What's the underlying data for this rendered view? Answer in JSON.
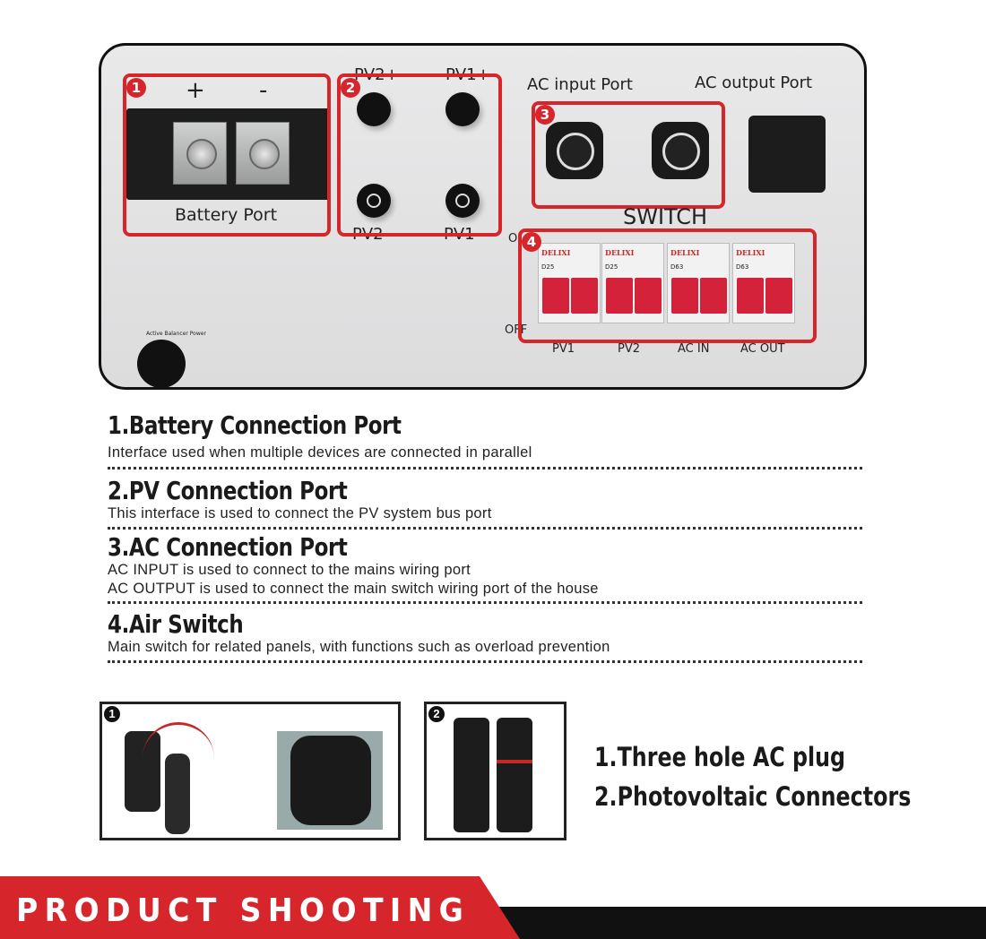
{
  "panel": {
    "battery": {
      "badge": "1",
      "plus": "+",
      "minus": "-",
      "label": "Battery Port"
    },
    "pv": {
      "badge": "2",
      "top_left": "PV2+",
      "top_right": "PV1+",
      "bottom_left": "PV2-",
      "bottom_right": "PV1-"
    },
    "ac": {
      "badge": "3",
      "input_label": "AC input Port",
      "output_label": "AC output Port"
    },
    "switch": {
      "badge": "4",
      "title": "SWITCH",
      "on": "ON",
      "off": "OFF",
      "brand": "DELIXI",
      "breakers": [
        {
          "label": "PV1",
          "rating": "D25"
        },
        {
          "label": "PV2",
          "rating": "D25"
        },
        {
          "label": "AC IN",
          "rating": "D63"
        },
        {
          "label": "AC OUT",
          "rating": "D63"
        }
      ]
    },
    "balancer_label": "Active Balancer Power"
  },
  "sections": [
    {
      "title": "1.Battery  Connection Port",
      "lines": [
        "Interface used when multiple devices are connected in parallel"
      ]
    },
    {
      "title": "2.PV Connection Port",
      "lines": [
        "This interface is used to connect the PV system bus port"
      ]
    },
    {
      "title": "3.AC  Connection Port",
      "lines": [
        "AC INPUT is used to connect to the mains wiring port",
        "AC OUTPUT is used to connect the main switch wiring port of the house"
      ]
    },
    {
      "title": "4.Air Switch",
      "lines": [
        "Main switch for related panels, with functions such as overload prevention"
      ]
    }
  ],
  "accessories": {
    "photo1_badge": "1",
    "photo2_badge": "2",
    "captions": [
      "1.Three hole AC plug",
      "2.Photovoltaic Connectors"
    ]
  },
  "banner": {
    "text": "PRODUCT SHOOTING",
    "colors": {
      "red": "#d7262b",
      "black": "#111111"
    }
  }
}
